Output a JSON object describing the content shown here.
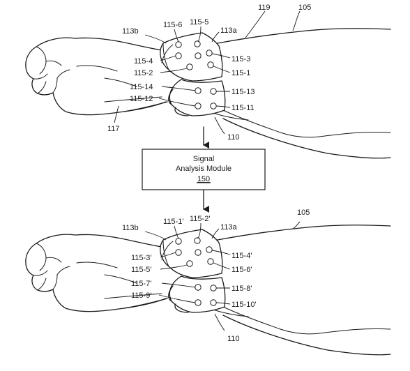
{
  "module": {
    "line1": "Signal",
    "line2": "Analysis Module",
    "ref": "150"
  },
  "top": {
    "arm": "105",
    "band": "110",
    "hand": "117",
    "forearm_line": "119",
    "side_a": "113a",
    "side_b": "113b",
    "s1": "115-1",
    "s2": "115-2",
    "s3": "115-3",
    "s4": "115-4",
    "s5": "115-5",
    "s6": "115-6",
    "s11": "115-11",
    "s12": "115-12",
    "s13": "115-13",
    "s14": "115-14"
  },
  "bottom": {
    "arm": "105",
    "band": "110",
    "side_a": "113a",
    "side_b": "113b",
    "s1": "115-1'",
    "s2": "115-2'",
    "s3": "115-3'",
    "s4": "115-4'",
    "s5": "115-5'",
    "s6": "115-6'",
    "s7": "115-7'",
    "s8": "115-8'",
    "s9": "115-9'",
    "s10": "115-10'"
  }
}
